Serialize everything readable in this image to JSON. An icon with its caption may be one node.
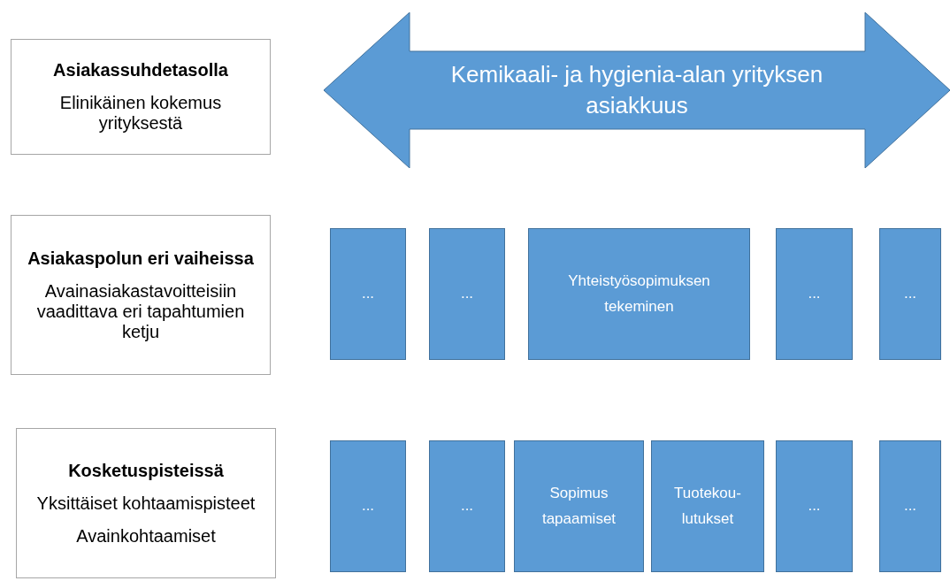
{
  "diagram": {
    "nodes": [
      {
        "text": [
          "Asiakassuhdetasolla",
          "Elinikäinen kokemus yrityksestä"
        ]
      },
      {
        "text": [
          "Kemikaali- ja hygienia-alan yrityksen asiakkuus"
        ]
      },
      {
        "text": [
          "Asiakaspolun eri vaiheissa",
          "Avainasiakastavoitteisiin vaadittava eri tapahtumien ketju"
        ]
      },
      {
        "text": [
          "..."
        ]
      },
      {
        "text": [
          "..."
        ]
      },
      {
        "text": [
          "Yhteistyösopimuksen tekeminen"
        ]
      },
      {
        "text": [
          "..."
        ]
      },
      {
        "text": [
          "..."
        ]
      },
      {
        "text": [
          "Kosketuspisteissä",
          "Yksittäiset kohtaamispisteet",
          "Avainkohtaamiset"
        ]
      },
      {
        "text": [
          "..."
        ]
      },
      {
        "text": [
          "..."
        ]
      },
      {
        "text": [
          "Sopimus tapaamiset"
        ]
      },
      {
        "text": [
          "Tuotekou- lutukset"
        ]
      },
      {
        "text": [
          "..."
        ]
      },
      {
        "text": [
          "..."
        ]
      }
    ]
  }
}
